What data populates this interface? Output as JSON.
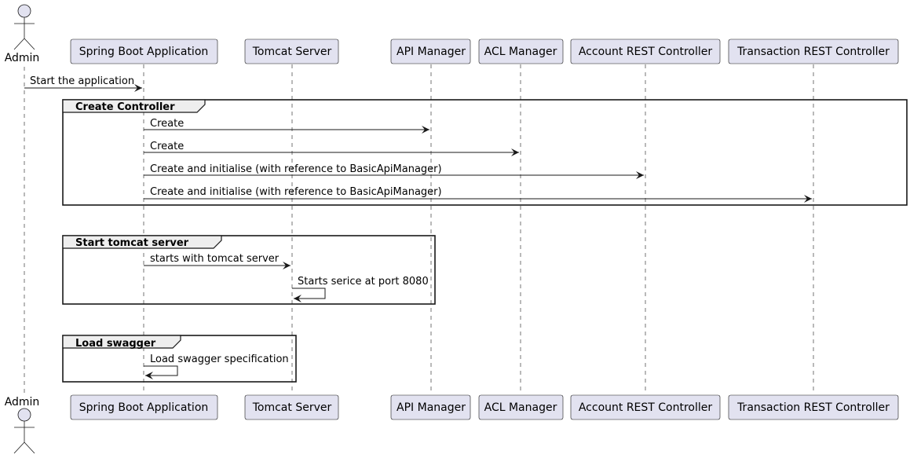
{
  "actor": {
    "name": "Admin"
  },
  "participants": [
    {
      "id": "spring",
      "name": "Spring Boot Application"
    },
    {
      "id": "tomcat",
      "name": "Tomcat Server"
    },
    {
      "id": "api",
      "name": "API Manager"
    },
    {
      "id": "acl",
      "name": "ACL Manager"
    },
    {
      "id": "account",
      "name": "Account REST Controller"
    },
    {
      "id": "transaction",
      "name": "Transaction REST Controller"
    }
  ],
  "messages": [
    {
      "from": "admin",
      "to": "spring",
      "label": "Start the application"
    },
    {
      "from": "spring",
      "to": "api",
      "label": "Create"
    },
    {
      "from": "spring",
      "to": "acl",
      "label": "Create"
    },
    {
      "from": "spring",
      "to": "account",
      "label": "Create and initialise (with reference to BasicApiManager)"
    },
    {
      "from": "spring",
      "to": "transaction",
      "label": "Create and initialise (with reference to BasicApiManager)"
    },
    {
      "from": "spring",
      "to": "tomcat",
      "label": "starts with tomcat server"
    },
    {
      "from": "tomcat",
      "to": "tomcat",
      "label": "Starts serice at port 8080"
    },
    {
      "from": "spring",
      "to": "spring",
      "label": "Load swagger specification"
    }
  ],
  "groups": [
    {
      "label": "Create Controller"
    },
    {
      "label": "Start tomcat server"
    },
    {
      "label": "Load swagger"
    }
  ],
  "colors": {
    "participant_fill": "#e2e2f0",
    "participant_border": "#181818",
    "line": "#181818",
    "group_header_fill": "#eeeeee"
  }
}
